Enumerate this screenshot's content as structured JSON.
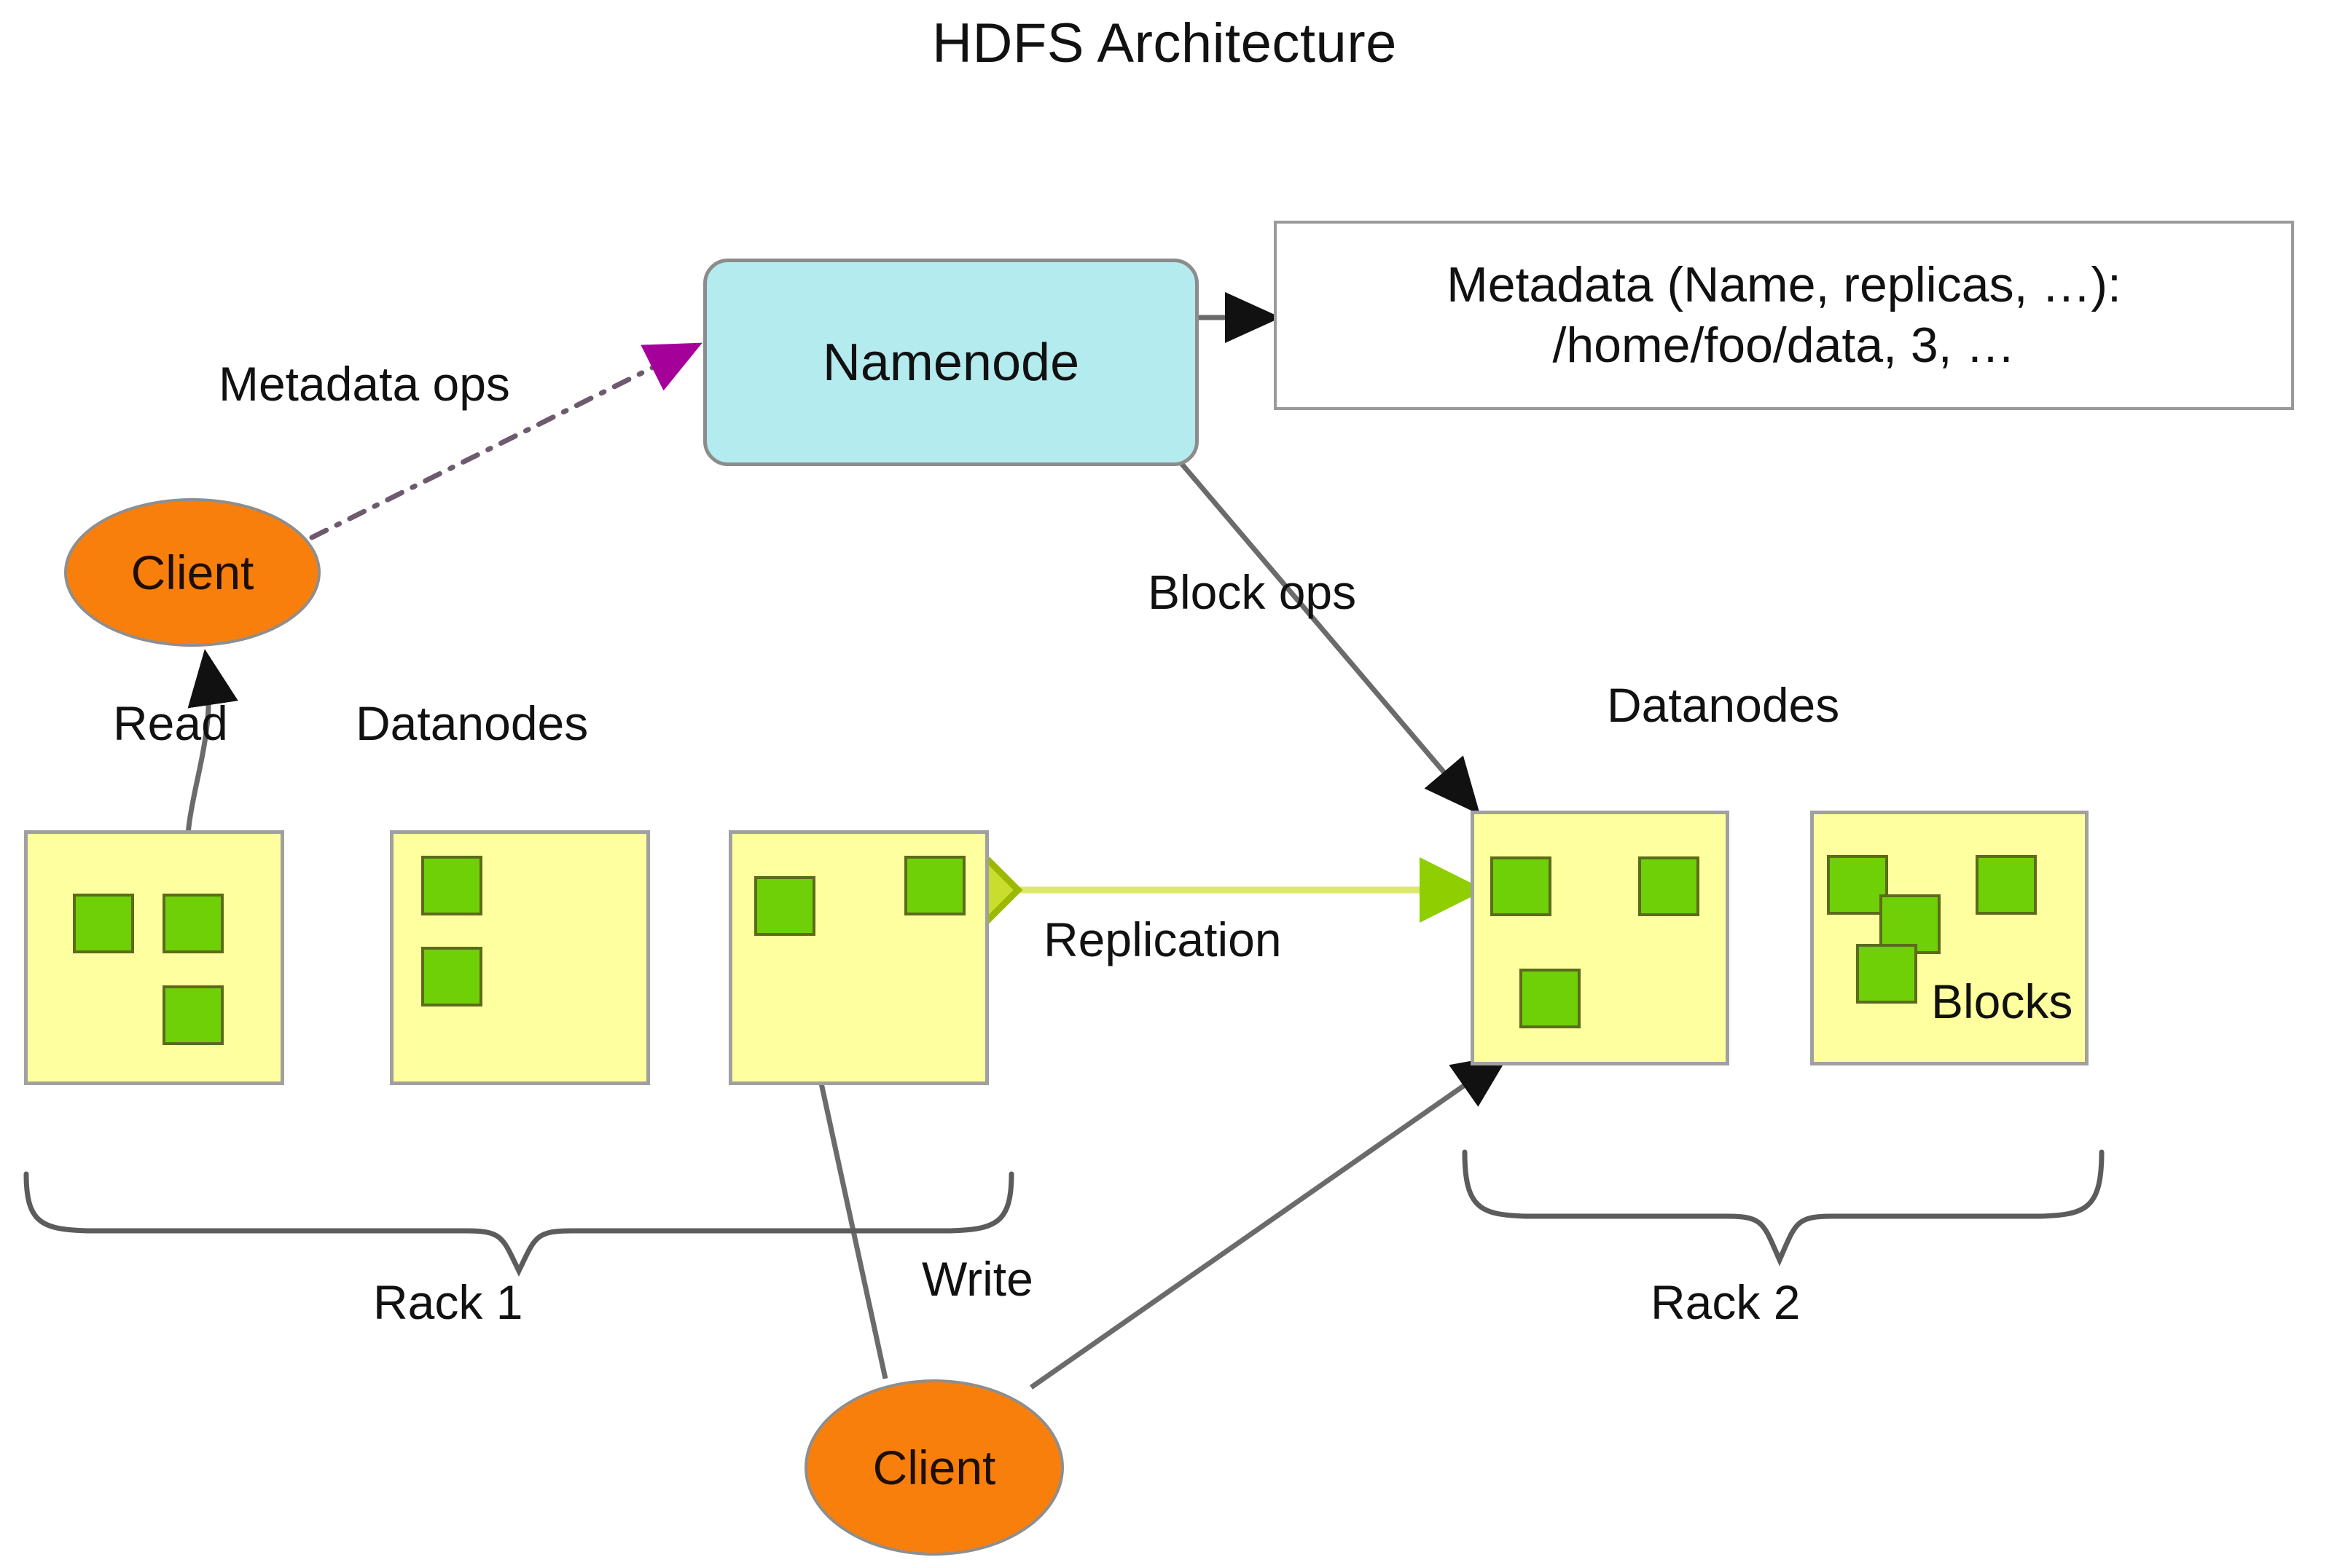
{
  "diagram": {
    "title": "HDFS Architecture",
    "nodes": {
      "namenode": {
        "label": "Namenode",
        "fill": "#b4ebef",
        "stroke": "#8c8c8c"
      },
      "metadata_box": {
        "line1": "Metadata (Name, replicas, …):",
        "line2": "/home/foo/data, 3, …",
        "fill": "#ffffff",
        "stroke": "#9a9a9a"
      },
      "client_read": {
        "label": "Client",
        "fill": "#f97f0c"
      },
      "client_write": {
        "label": "Client",
        "fill": "#f97f0c"
      }
    },
    "labels": {
      "metadata_ops": "Metadata ops",
      "block_ops": "Block ops",
      "read": "Read",
      "write": "Write",
      "replication": "Replication",
      "blocks": "Blocks",
      "datanodes_rack1": "Datanodes",
      "datanodes_rack2": "Datanodes",
      "rack1": "Rack 1",
      "rack2": "Rack 2"
    },
    "racks": [
      {
        "name": "Rack 1",
        "datanodes": [
          {
            "id": "datanode-1",
            "blocks": 3
          },
          {
            "id": "datanode-2",
            "blocks": 2
          },
          {
            "id": "datanode-3",
            "blocks": 2
          }
        ]
      },
      {
        "name": "Rack 2",
        "datanodes": [
          {
            "id": "datanode-4",
            "blocks": 3
          },
          {
            "id": "datanode-5",
            "blocks": 4
          }
        ]
      }
    ],
    "edges": [
      {
        "id": "metadata-ops-edge",
        "from": "client_read",
        "to": "namenode",
        "label": "Metadata ops",
        "style": "dash-dot",
        "color": "#6e5a6e",
        "arrow_color": "#a5009a"
      },
      {
        "id": "namenode-metadata-edge",
        "from": "namenode",
        "to": "metadata_box",
        "label": "",
        "style": "solid",
        "color": "#6b6b6b",
        "arrow_color": "#000000"
      },
      {
        "id": "block-ops-edge",
        "from": "namenode",
        "to": "datanode-4",
        "label": "Block ops",
        "style": "solid",
        "color": "#6b6b6b",
        "arrow_color": "#000000"
      },
      {
        "id": "read-edge",
        "from": "datanode-1",
        "to": "client_read",
        "label": "Read",
        "style": "solid",
        "color": "#6b6b6b",
        "arrow_color": "#000000"
      },
      {
        "id": "write-edge",
        "from": "client_write",
        "to": "datanode-3",
        "label": "Write",
        "style": "solid",
        "color": "#6b6b6b",
        "arrow_color": "#000000"
      },
      {
        "id": "client-write-rack2-edge",
        "from": "client_write",
        "to": "datanode-4",
        "label": "",
        "style": "solid",
        "color": "#6b6b6b",
        "arrow_color": "#000000"
      },
      {
        "id": "replication-edge",
        "from": "datanode-3",
        "to": "datanode-4",
        "label": "Replication",
        "style": "solid",
        "color": "#dbe86a",
        "arrow_color": "#8fce00"
      }
    ],
    "colors": {
      "datanode_fill": "#feff9e",
      "datanode_stroke": "#a0a0a0",
      "block_fill": "#6fd007",
      "block_stroke": "#5c6b1c",
      "client_fill": "#f97f0c",
      "namenode_fill": "#b4ebef",
      "replication_arrow": "#8fce00",
      "metadata_ops_arrow": "#a5009a",
      "background": "#ffffff"
    }
  }
}
